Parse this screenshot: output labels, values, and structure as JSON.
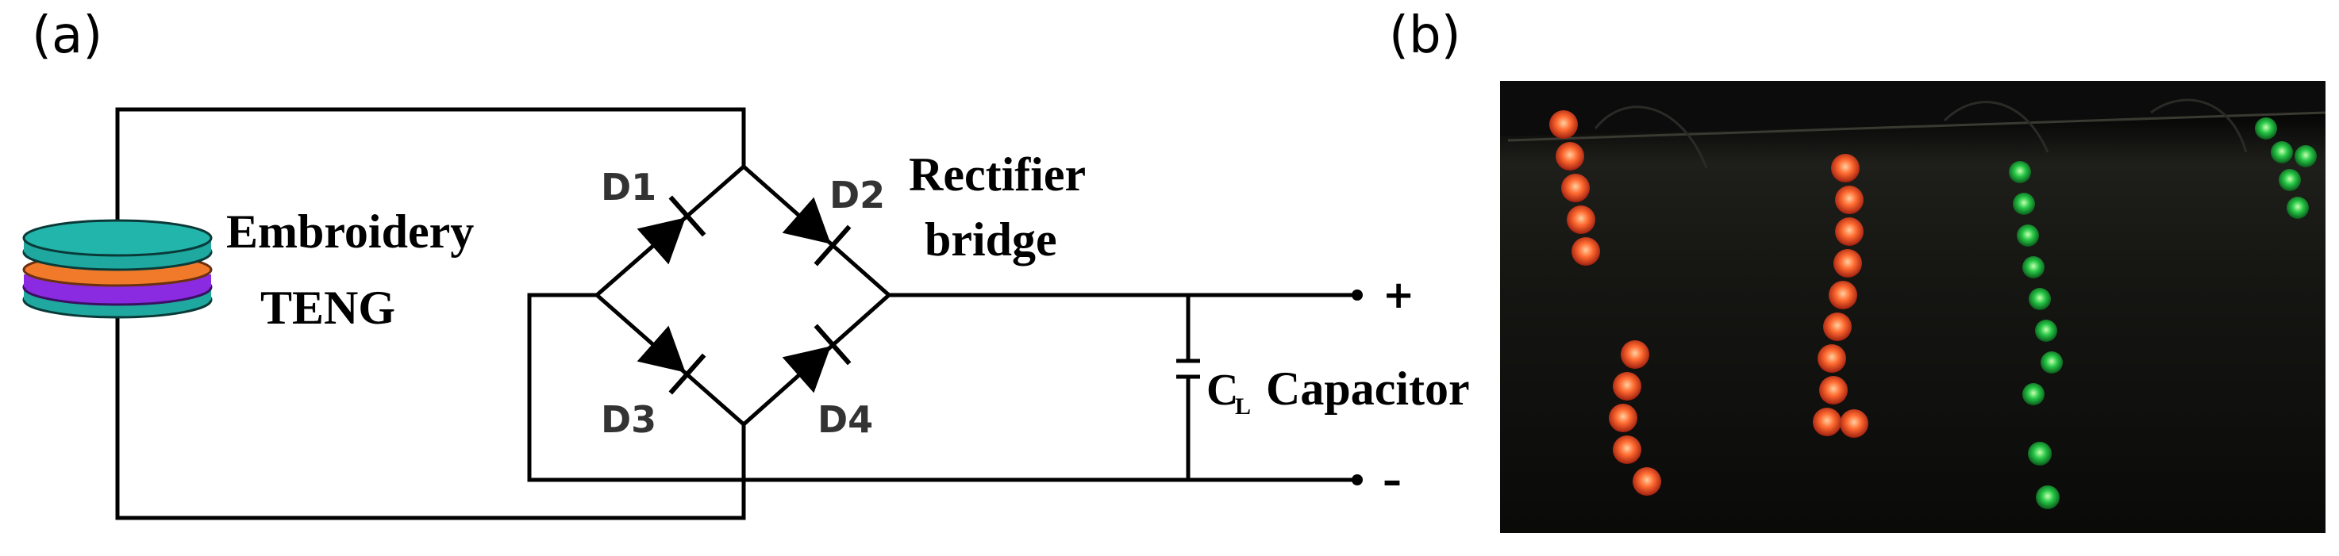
{
  "panels": {
    "a": "(a)",
    "b": "(b)"
  },
  "circuit": {
    "teng_label_line1": "Embroidery",
    "teng_label_line2": "TENG",
    "bridge_label_line1": "Rectifier",
    "bridge_label_line2": "bridge",
    "diodes": [
      "D1",
      "D2",
      "D3",
      "D4"
    ],
    "capacitor_symbol": "C",
    "capacitor_subscript": "L",
    "capacitor_label": "Capacitor",
    "plus": "+",
    "minus": "–"
  },
  "colors": {
    "teng_top": "#1fa8a0",
    "teng_middle": "#f07a2a",
    "teng_bottom": "#8a2be2",
    "led_red": "#ff5a2a",
    "led_green": "#22c84a",
    "photo_bg": "#0c0c0c"
  }
}
